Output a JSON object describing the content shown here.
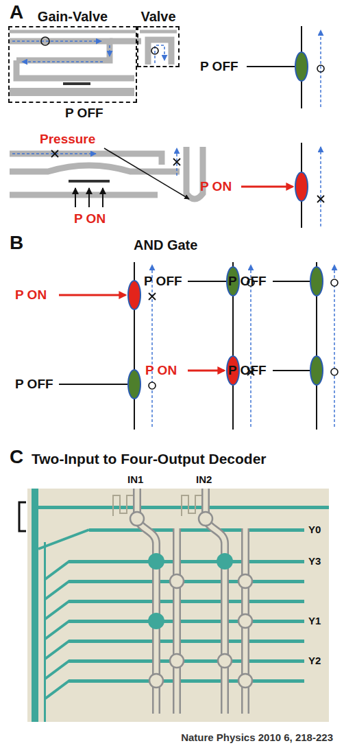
{
  "diagram": {
    "caption": "Nature Physics 2010 6, 218-223",
    "nodes": [
      {
        "text": [
          "Gain-Valve"
        ]
      },
      {
        "text": [
          "Valve"
        ]
      }
    ],
    "labels": [
      "A",
      "P OFF",
      "P OFF",
      "Pressure",
      "P ON",
      "P ON",
      "B",
      "AND Gate",
      "P ON",
      "P OFF",
      "P OFF",
      "P OFF",
      "P ON",
      "P OFF",
      "C",
      "Two-Input to Four-Output Decoder",
      "IN1",
      "IN2",
      "Y0",
      "Y3",
      "Y1",
      "Y2"
    ]
  }
}
